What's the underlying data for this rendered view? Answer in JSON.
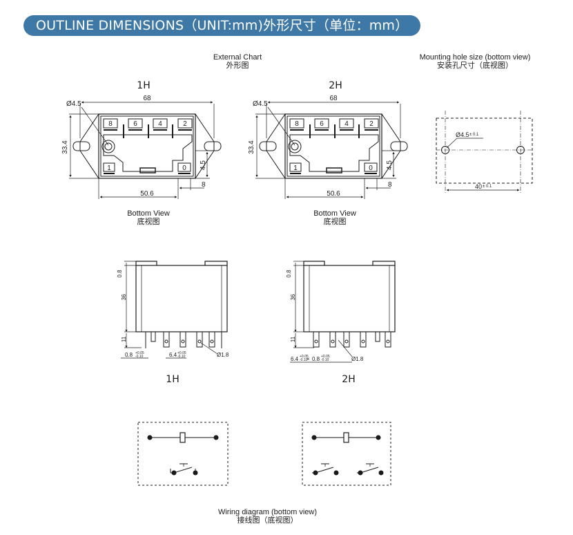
{
  "header": "OUTLINE DIMENSIONS（UNIT:mm)外形尺寸（单位：mm）",
  "captions": {
    "external_en": "External Chart",
    "external_zh": "外形图",
    "mounting_en": "Mounting hole size (bottom view)",
    "mounting_zh": "安装孔尺寸（底视图）",
    "bottom_en": "Bottom View",
    "bottom_zh": "底视图",
    "wiring_en": "Wiring diagram (bottom view)",
    "wiring_zh": "接线图（底视图）"
  },
  "models": [
    "1H",
    "2H"
  ],
  "dims": {
    "width": "68",
    "hole_dia": "Ø4.5",
    "height": "33.4",
    "flange": "4.5",
    "pin_span": "50.6",
    "pin_off": "8",
    "pins_top": [
      "8",
      "6",
      "4",
      "2"
    ],
    "pin_1": "1",
    "pin_0": "0",
    "side_top": "0.8",
    "side_body": "36",
    "side_pin": "11",
    "terminal_t": "0.8",
    "terminal_w": "6.4",
    "tol": "+0.05",
    "tol2": "-0.10",
    "pin_dia": "Ø1.8",
    "combo_w": "6.4",
    "combo_x": "×",
    "combo_t": "0.8",
    "mh_dia": "Ø4.5",
    "mh_tol": "± 0.1",
    "mh_span": "40",
    "mh_span_tol": "± 0.1"
  },
  "colors": {
    "header_bg": "#3e78a6",
    "line": "#1a1a1a"
  }
}
